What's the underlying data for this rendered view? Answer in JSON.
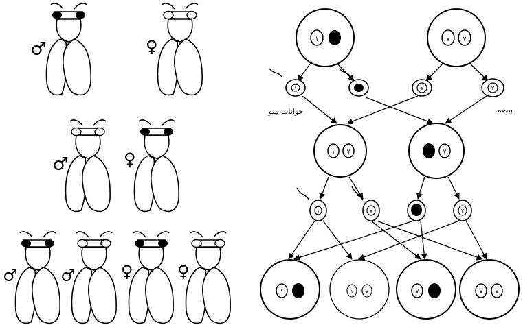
{
  "symbols": {
    "male": "♂",
    "female": "♀"
  },
  "flies": [
    {
      "id": "p-male",
      "sex": "male",
      "eye_color": "dark"
    },
    {
      "id": "p-female",
      "sex": "female",
      "eye_color": "light"
    },
    {
      "id": "f1-male",
      "sex": "male",
      "eye_color": "light"
    },
    {
      "id": "f1-female",
      "sex": "female",
      "eye_color": "dark"
    },
    {
      "id": "f2-male-1",
      "sex": "male",
      "eye_color": "dark"
    },
    {
      "id": "f2-male-2",
      "sex": "male",
      "eye_color": "light"
    },
    {
      "id": "f2-female-1",
      "sex": "female",
      "eye_color": "dark"
    },
    {
      "id": "f2-female-2",
      "sex": "female",
      "eye_color": "light"
    }
  ],
  "cells": {
    "parents": [
      {
        "id": "p-male-cell",
        "nuclei": [
          {
            "fill": "open",
            "label": "۱"
          },
          {
            "fill": "dark",
            "label": ""
          }
        ]
      },
      {
        "id": "p-female-cell",
        "nuclei": [
          {
            "fill": "open",
            "label": "۷"
          },
          {
            "fill": "open",
            "label": "۷"
          }
        ]
      }
    ],
    "p_gametes": [
      {
        "id": "sperm-1",
        "fill": "open",
        "label": "۱",
        "tail": true
      },
      {
        "id": "sperm-2",
        "fill": "dark",
        "label": "",
        "tail": true
      },
      {
        "id": "egg-1",
        "fill": "open",
        "label": "۷",
        "tail": false
      },
      {
        "id": "egg-2",
        "fill": "open",
        "label": "۷",
        "tail": false
      }
    ],
    "f1": [
      {
        "id": "f1-male-cell",
        "nuclei": [
          {
            "fill": "open",
            "label": "۱"
          },
          {
            "fill": "open",
            "label": "۷"
          }
        ]
      },
      {
        "id": "f1-female-cell",
        "nuclei": [
          {
            "fill": "dark",
            "label": ""
          },
          {
            "fill": "open",
            "label": "۷"
          }
        ]
      }
    ],
    "f1_gametes": [
      {
        "id": "f1-sperm-1",
        "fill": "open",
        "label": "۱",
        "tail": true
      },
      {
        "id": "f1-sperm-2",
        "fill": "open",
        "label": "۷",
        "tail": true
      },
      {
        "id": "f1-egg-1",
        "fill": "dark",
        "label": "",
        "tail": false
      },
      {
        "id": "f1-egg-2",
        "fill": "open",
        "label": "۷",
        "tail": false
      }
    ],
    "f2": [
      {
        "id": "f2-cell-1",
        "nuclei": [
          {
            "fill": "open",
            "label": "۱"
          },
          {
            "fill": "dark",
            "label": ""
          }
        ]
      },
      {
        "id": "f2-cell-2",
        "nuclei": [
          {
            "fill": "open",
            "label": "۱"
          },
          {
            "fill": "open",
            "label": "۷"
          }
        ]
      },
      {
        "id": "f2-cell-3",
        "nuclei": [
          {
            "fill": "open",
            "label": "۷"
          },
          {
            "fill": "dark",
            "label": ""
          }
        ]
      },
      {
        "id": "f2-cell-4",
        "nuclei": [
          {
            "fill": "open",
            "label": "۷"
          },
          {
            "fill": "open",
            "label": "۷"
          }
        ]
      }
    ]
  },
  "labels": {
    "sperm_caption": "جوانات منو",
    "egg_caption": "بیضه"
  }
}
